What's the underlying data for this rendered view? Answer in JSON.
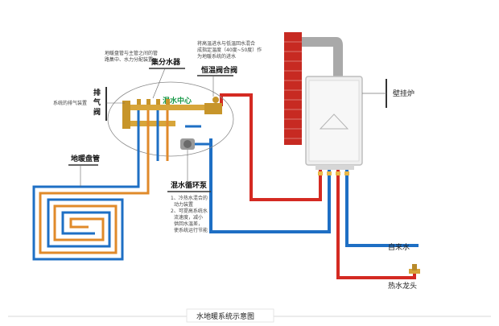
{
  "labels": {
    "distributor": "集分水器",
    "thermostatic_valve": "恒温阀合阀",
    "mixing_center": "混水中心",
    "vent": "排气阀",
    "vent_note": "系统的排气装置",
    "floor_coil": "地暖盘管",
    "pump": "混水循环泵",
    "boiler": "壁挂炉",
    "cold_water": "自来水",
    "hot_tap": "热水龙头",
    "caption": "水地暖系统示意图"
  },
  "notes": {
    "distributor_note": [
      "地暖盘管与主管之间的管",
      "路集中、水力分配装置"
    ],
    "valve_note": [
      "将高温进水与低温回水混合",
      "成指定温度（40度~50度）作",
      "为地暖系统的进水"
    ],
    "pump_note": [
      "1、冷热水混合的",
      "动力装置",
      "2、可提高系统水",
      "流速度，减小",
      "供回水温差，",
      "使系统运行节能"
    ]
  },
  "colors": {
    "hot": "#d42a22",
    "cold": "#1e6fc4",
    "coil": "#e08a2a",
    "brick": "#c72a22",
    "boiler": "#eeeeee"
  }
}
